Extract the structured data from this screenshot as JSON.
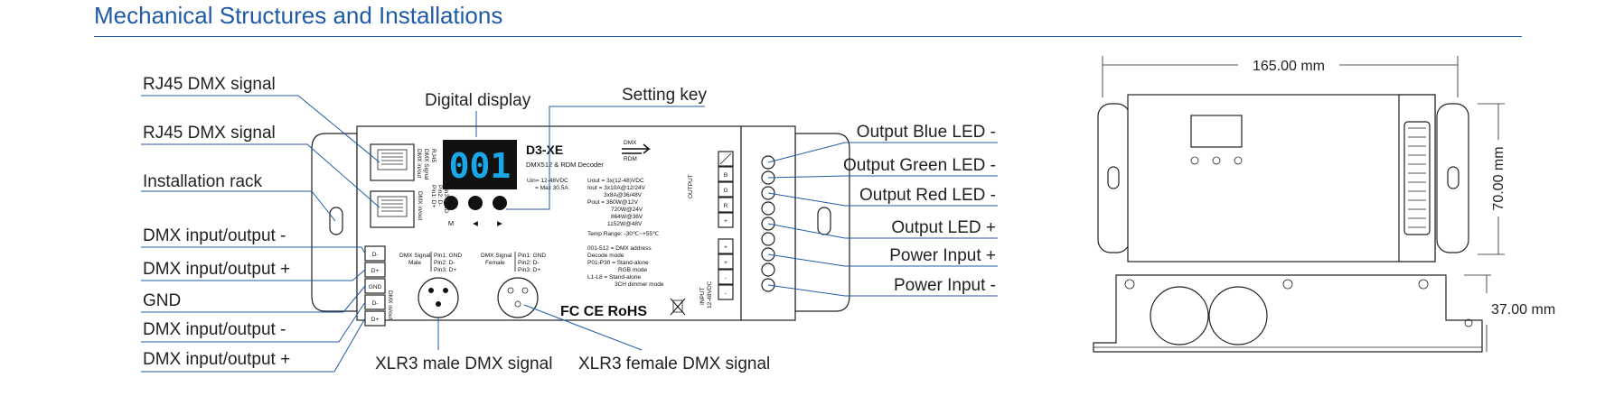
{
  "title": "Mechanical Structures and Installations",
  "device": {
    "model": "D3-XE",
    "subtitle": "DMX512 & RDM Decoder",
    "display_digits": "001",
    "keys": [
      "M",
      "◀",
      "▶"
    ],
    "dmx_logo": [
      "DMX",
      "RDM"
    ],
    "specs_left": [
      "Uin= 12-48VDC",
      "= Max 30.5A"
    ],
    "specs_right": [
      "Uout = 3x(12-48)VDC",
      "Iout = 3x10A@12/24V",
      "3x8A@36/48V",
      "Pout = 360W@12V",
      "720W@24V",
      "864W@36V",
      "1152W@48V",
      "Temp Range: -30℃~+55℃"
    ],
    "modes": [
      "001-512 = DMX address",
      "Decode mode",
      "P01-P30 = Stand-alone",
      "RGB mode",
      "L1-L8 = Stand-alone",
      "3CH dimmer mode"
    ],
    "dmx_male": [
      "DMX Signal",
      "Male",
      "Pin1: GND",
      "Pin2: D-",
      "Pin3: D+"
    ],
    "dmx_female": [
      "DMX Signal",
      "Female",
      "Pin1: GND",
      "Pin2: D-",
      "Pin3: D+"
    ],
    "rj45_top": [
      "DMX Signal",
      "RJ45",
      "DMX in/out"
    ],
    "rj45_bottom": [
      "Pin1: D+",
      "Pin2: D-",
      "Pin3: GND",
      "DMX in/out"
    ],
    "dmx_block": [
      "D-",
      "D+",
      "GND",
      "D-",
      "D+"
    ],
    "dmx_block_side": [
      "DMX in/out"
    ],
    "output_label": "OUTPUT",
    "input_label": [
      "INPUT",
      "12-48VDC"
    ],
    "terminals": [
      "B",
      "G",
      "R",
      "+",
      "+",
      "+",
      "-",
      "-"
    ],
    "certs": "FC CE RoHS"
  },
  "labels_left": [
    "RJ45 DMX signal",
    "RJ45 DMX signal",
    "Installation rack",
    "DMX input/output -",
    "DMX input/output +",
    "GND",
    "DMX input/output -",
    "DMX input/output +"
  ],
  "labels_top": [
    "Digital display",
    "Setting key"
  ],
  "labels_bottom": [
    "XLR3 male DMX signal",
    "XLR3 female DMX signal"
  ],
  "labels_right": [
    "Output Blue LED -",
    "Output Green LED -",
    "Output Red LED -",
    "Output LED +",
    "Power Input +",
    "Power Input -"
  ],
  "dimensions": {
    "width": "165.00 mm",
    "depth": "70.00 mm",
    "height": "37.00 mm"
  }
}
